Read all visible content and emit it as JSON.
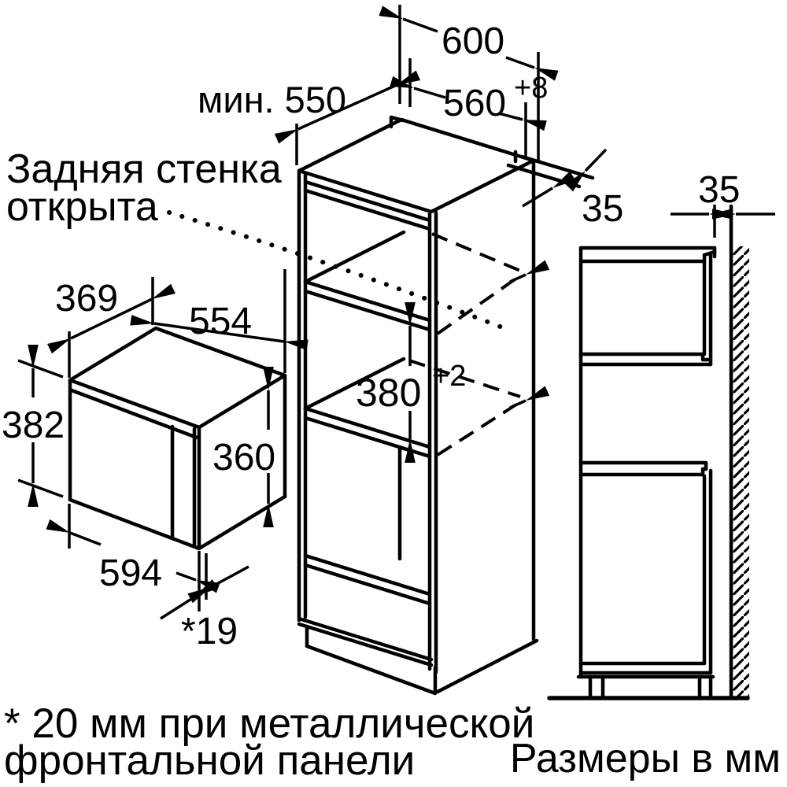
{
  "labels": {
    "dim600": "600",
    "dim560": "560",
    "dim560sup": "+8",
    "min550": "мин. 550",
    "backwall1": "Задняя стенка",
    "backwall2": "открыта",
    "dim35top": "35",
    "dim35right": "35",
    "dim369": "369",
    "dim554": "554",
    "dim382": "382",
    "dim360": "360",
    "dim380": "380",
    "dim380sup": "+2",
    "dim594": "594",
    "dim19": "*19",
    "footnote1": "* 20 мм при металлической",
    "footnote2": "фронтальной панели",
    "units": "Размеры в мм"
  },
  "colors": {
    "line": "#000000",
    "background": "#ffffff"
  }
}
